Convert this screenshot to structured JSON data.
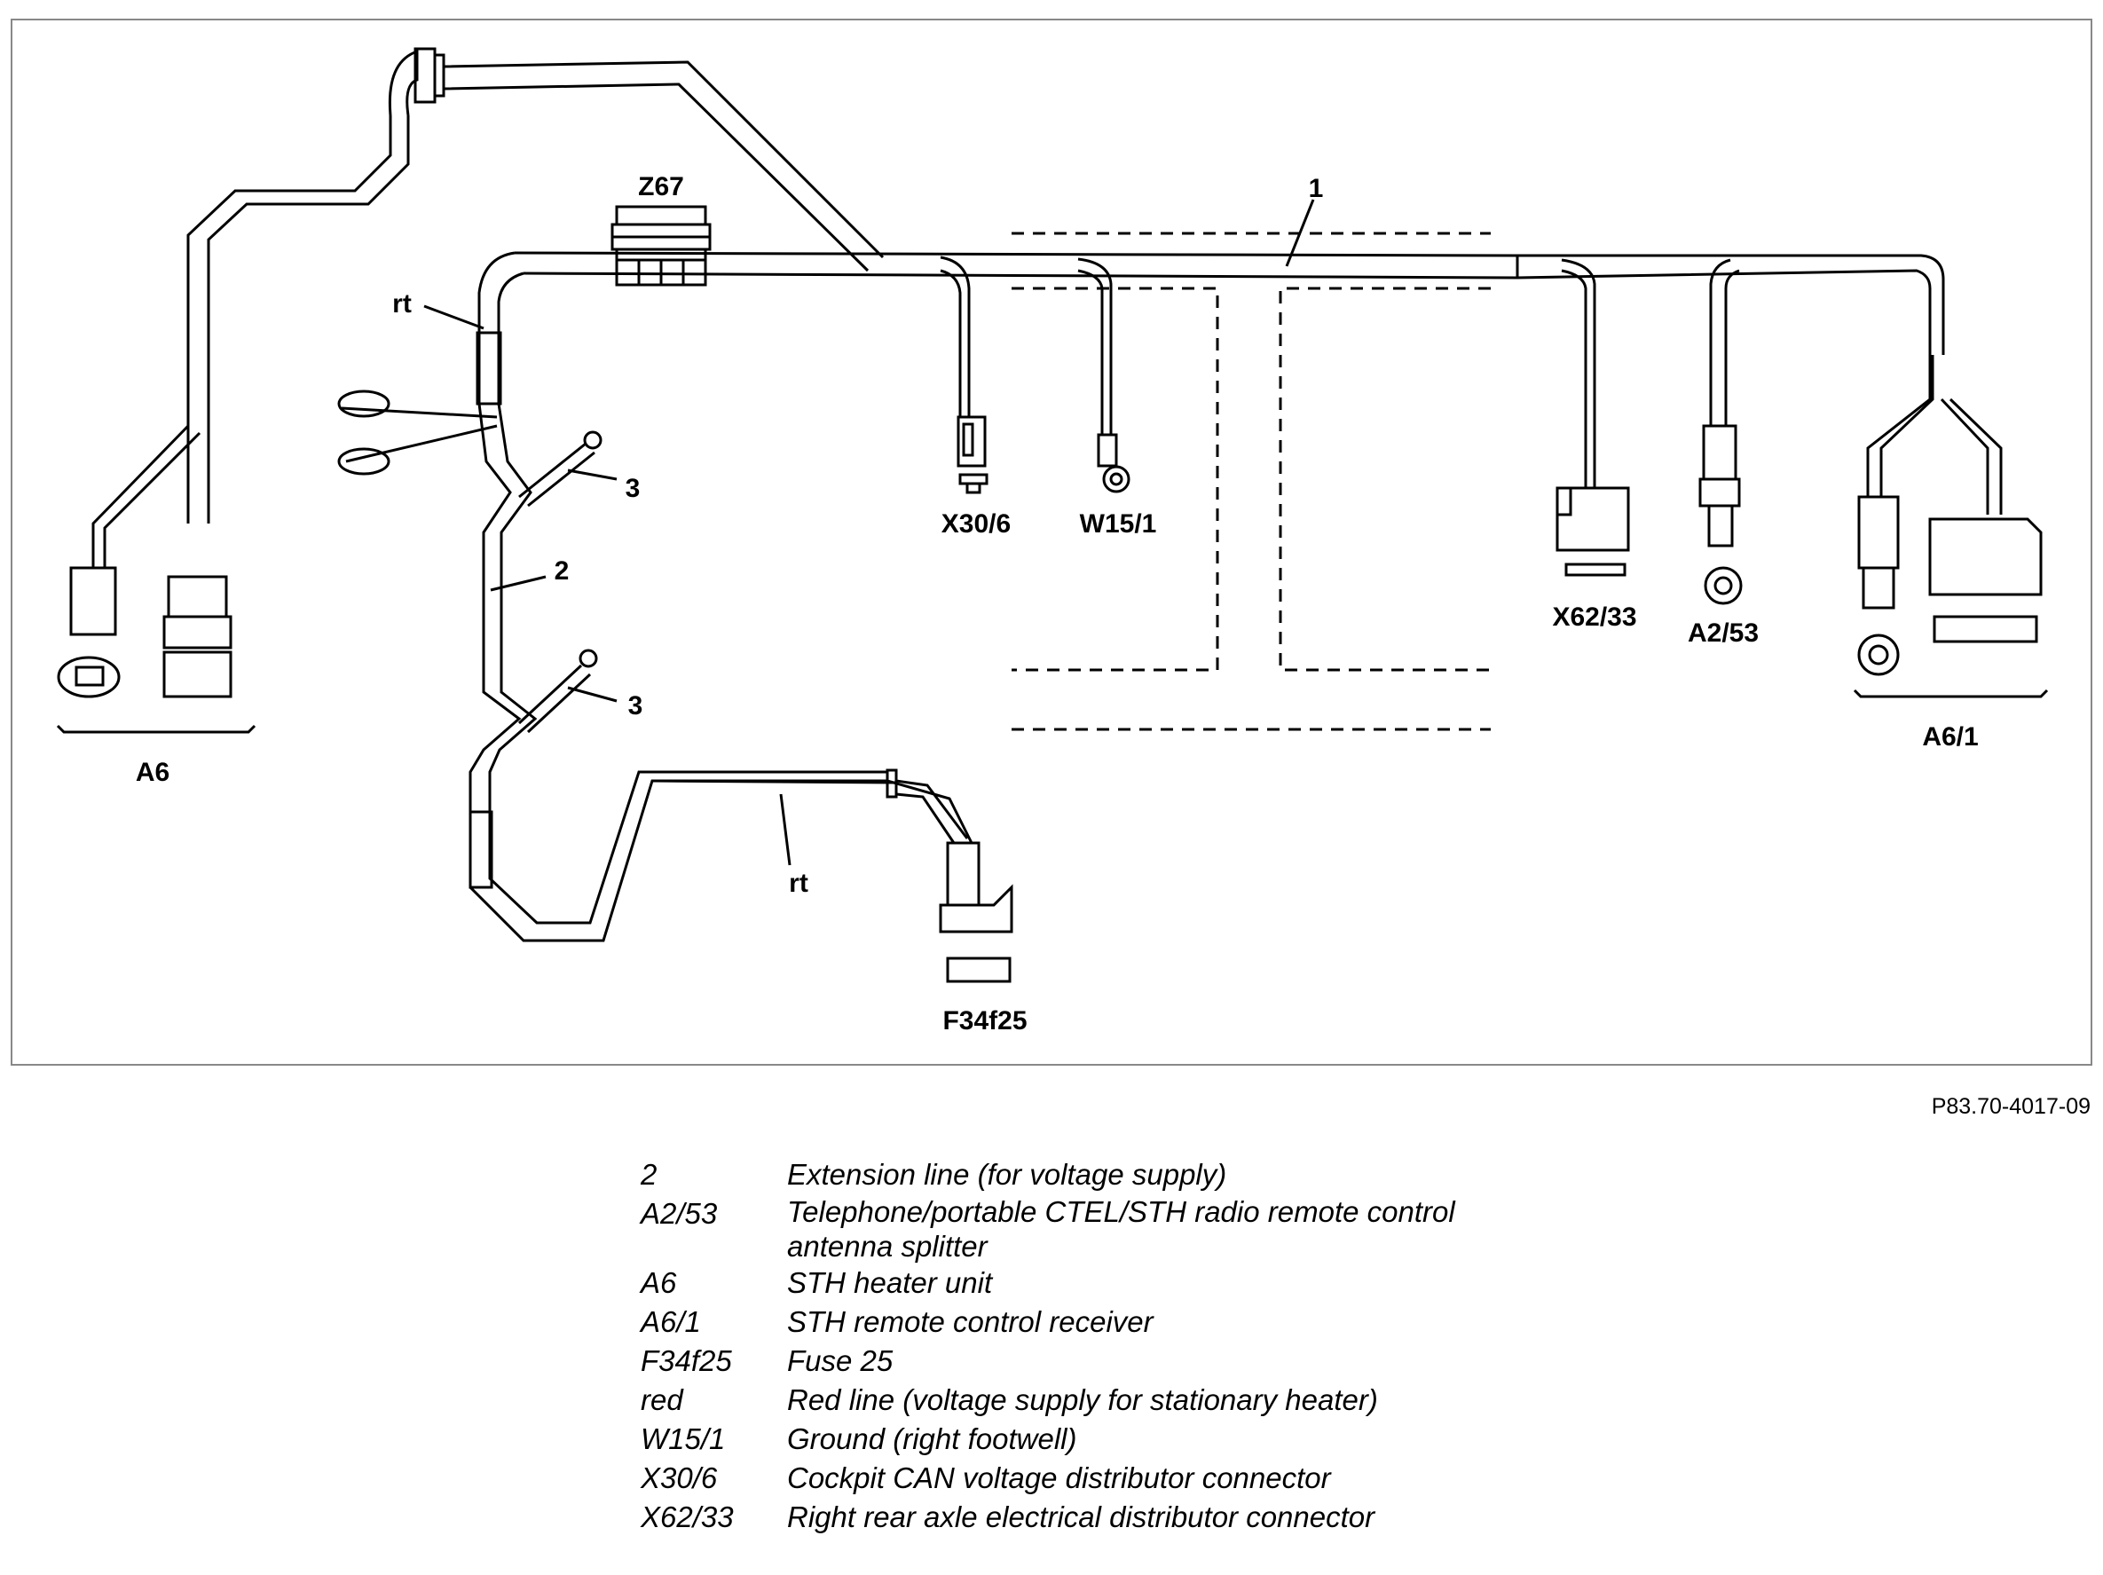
{
  "diagram": {
    "labels": {
      "z67": "Z67",
      "item1": "1",
      "rt_top": "rt",
      "item3_top": "3",
      "item2": "2",
      "item3_bottom": "3",
      "rt_bottom": "rt",
      "x30_6": "X30/6",
      "w15_1": "W15/1",
      "x62_33": "X62/33",
      "a2_53": "A2/53",
      "a6": "A6",
      "a6_1": "A6/1",
      "f34f25": "F34f25"
    },
    "figure_id": "P83.70-4017-09"
  },
  "legend": [
    {
      "code": "2",
      "description": "Extension line (for voltage supply)"
    },
    {
      "code": "A2/53",
      "description": "Telephone/portable CTEL/STH radio remote control antenna splitter"
    },
    {
      "code": "A6",
      "description": "STH heater unit"
    },
    {
      "code": "A6/1",
      "description": "STH remote control receiver"
    },
    {
      "code": "F34f25",
      "description": "Fuse 25"
    },
    {
      "code": "red",
      "description": "Red line (voltage supply for stationary heater)"
    },
    {
      "code": "W15/1",
      "description": "Ground (right footwell)"
    },
    {
      "code": "X30/6",
      "description": "Cockpit CAN voltage distributor connector"
    },
    {
      "code": "X62/33",
      "description": "Right rear axle electrical distributor connector"
    }
  ]
}
